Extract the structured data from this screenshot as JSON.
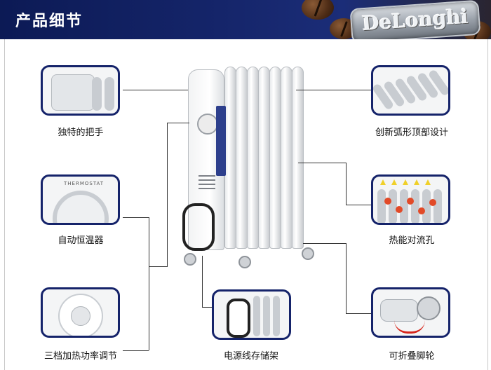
{
  "header": {
    "title": "产品细节",
    "brand": "DeLonghi"
  },
  "features": [
    {
      "key": "handle",
      "label": "独特的把手"
    },
    {
      "key": "thermostat",
      "label": "自动恒温器",
      "dial_text": "THERMOSTAT"
    },
    {
      "key": "power",
      "label": "三档加热功率调节"
    },
    {
      "key": "top",
      "label": "创新弧形顶部设计"
    },
    {
      "key": "convection",
      "label": "热能对流孔"
    },
    {
      "key": "wheels",
      "label": "可折叠脚轮"
    },
    {
      "key": "cord",
      "label": "电源线存储架"
    }
  ],
  "colors": {
    "header_bg": "#15256a",
    "card_border": "#15236a",
    "heater_strip": "#2d3f8c"
  }
}
